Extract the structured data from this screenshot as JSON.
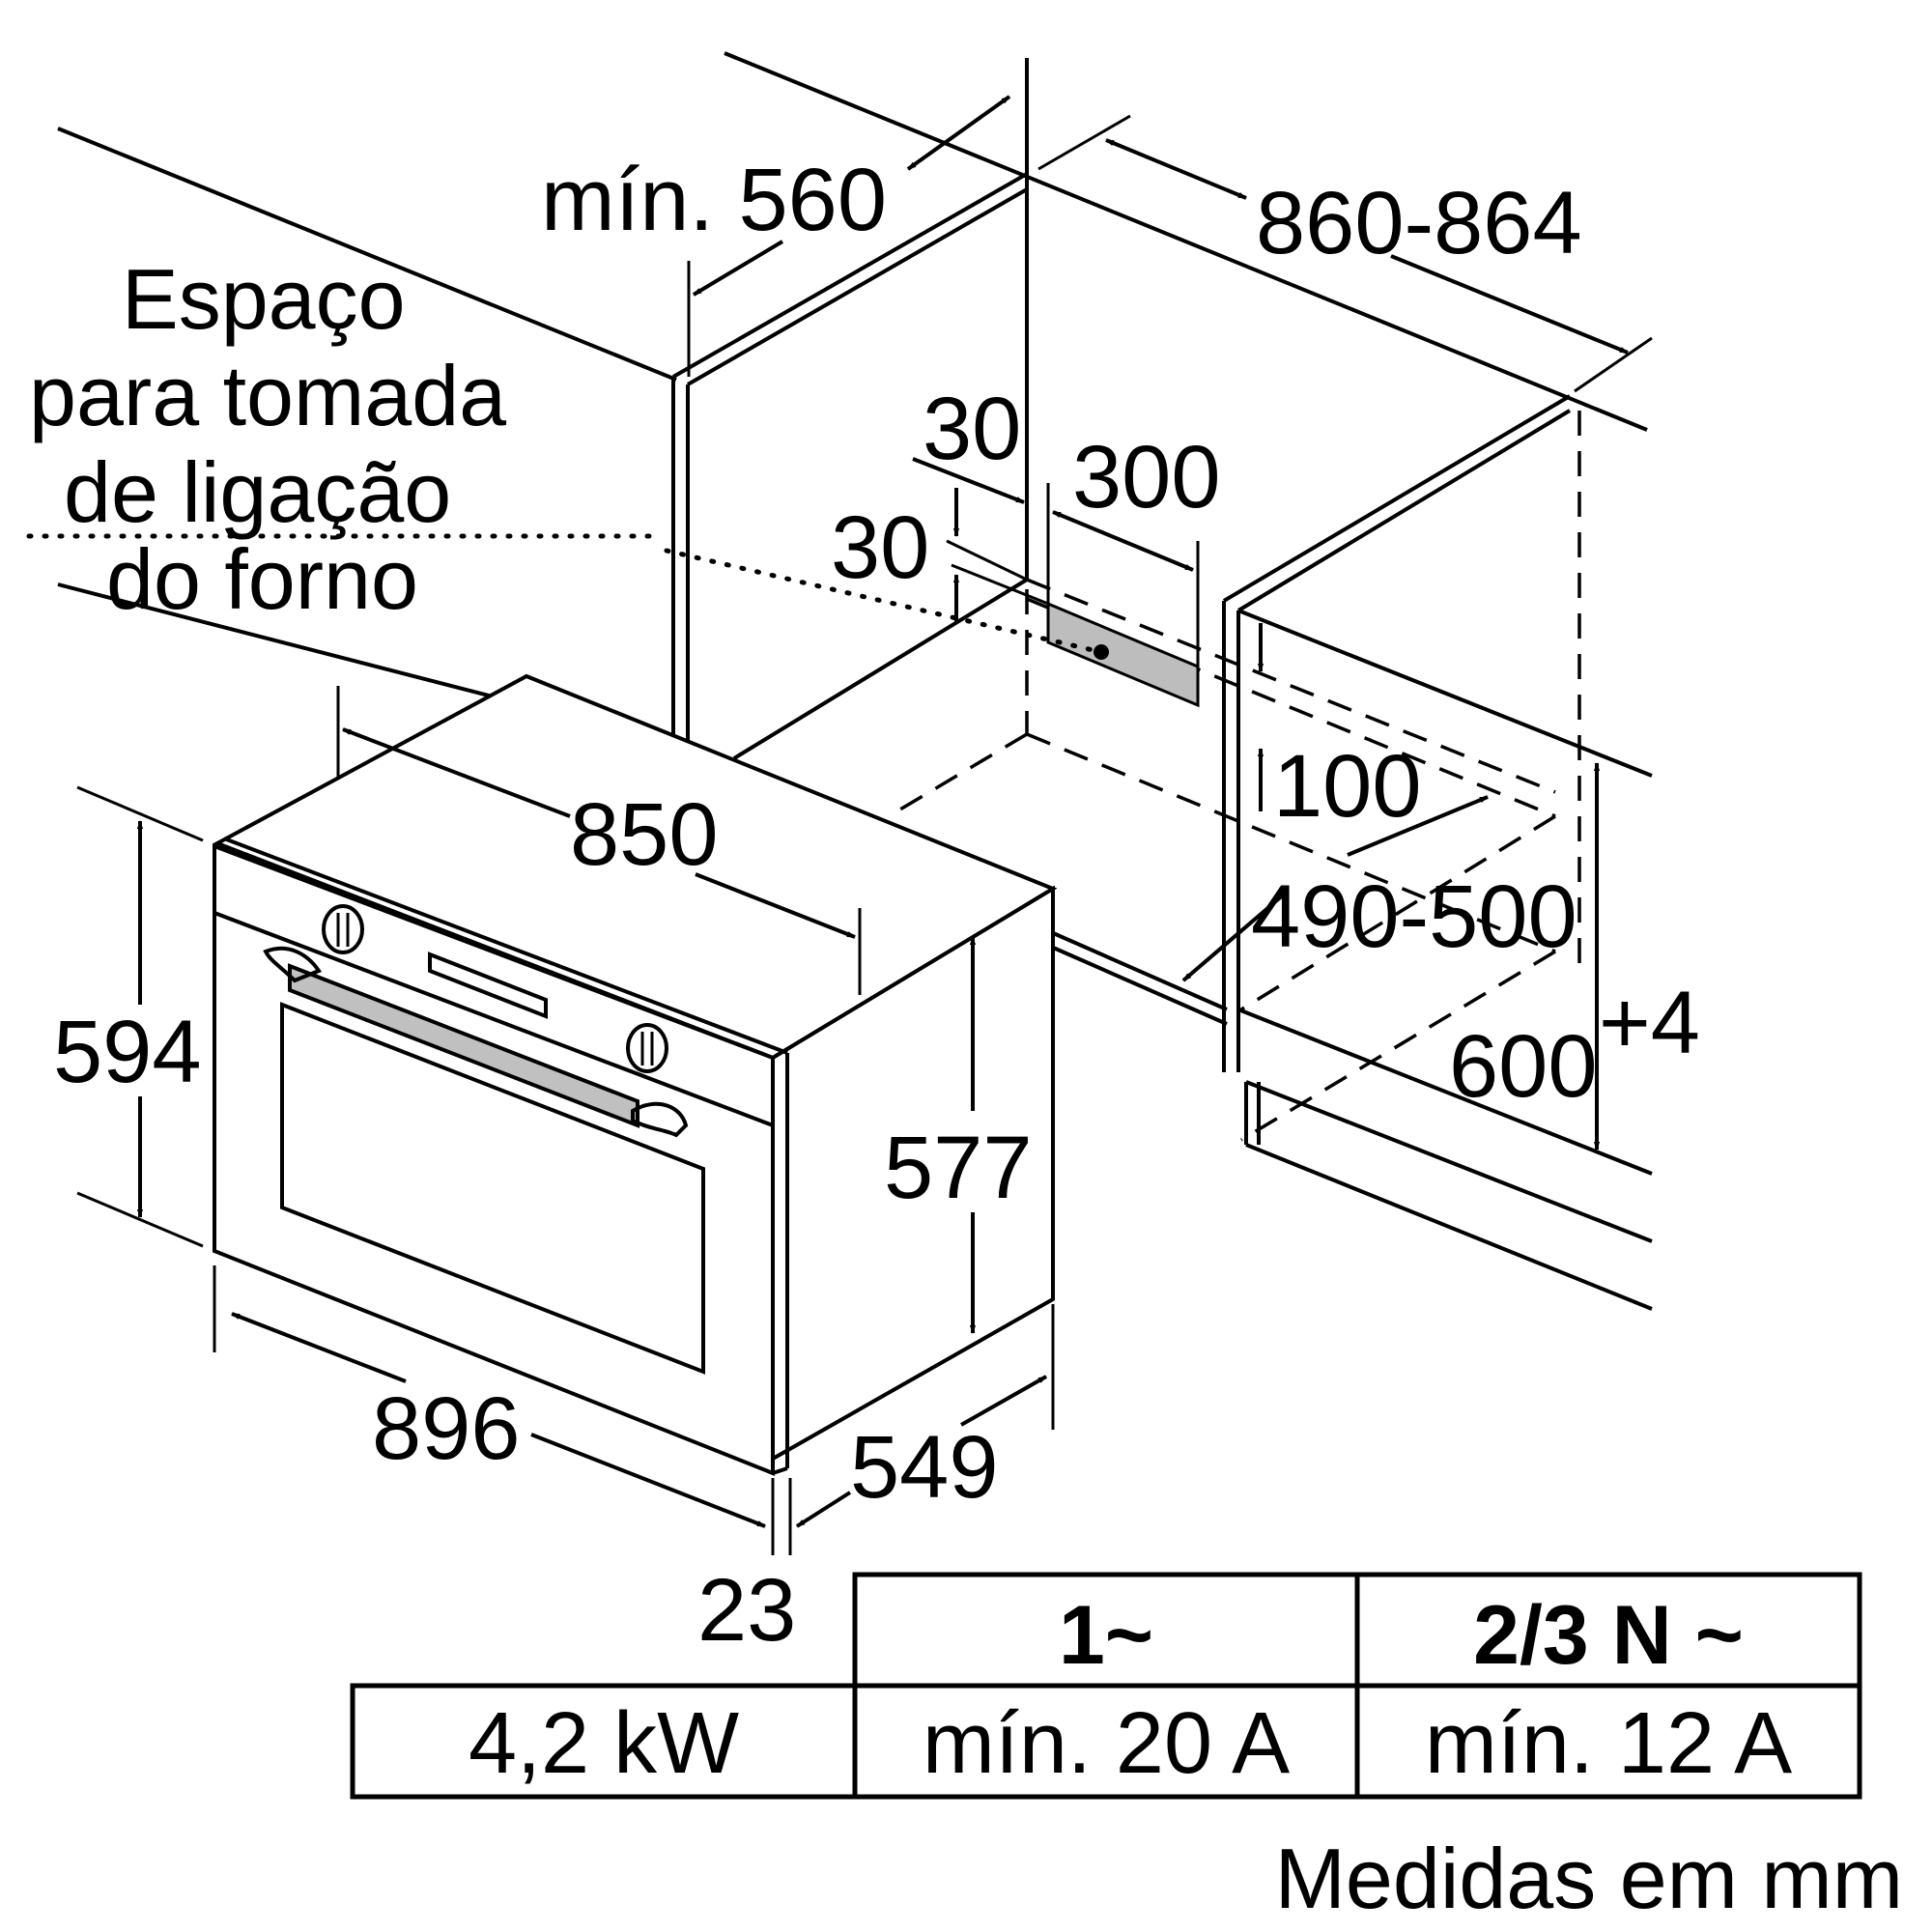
{
  "labels": {
    "min_560": "mín. 560",
    "w_860_864": "860-864",
    "space_line1": "Espaço",
    "space_line2": "para tomada",
    "space_line3": "de ligação",
    "space_line4": "do forno",
    "d30_top": "30",
    "d30_mid": "30",
    "d300": "300",
    "d100": "100",
    "d850": "850",
    "d490_500": "490-500",
    "d600": "600",
    "d600_sup": "+4",
    "d594": "594",
    "d577": "577",
    "d896": "896",
    "d549": "549",
    "d23": "23",
    "units": "Medidas em mm"
  },
  "table": {
    "header": [
      "",
      "1~",
      "2/3 N ~"
    ],
    "row": [
      "4,2 kW",
      "mín. 20 A",
      "mín. 12 A"
    ]
  },
  "colors": {
    "line": "#000000",
    "socket_area": "#bdbdbd",
    "handle": "#c0c0c0"
  }
}
